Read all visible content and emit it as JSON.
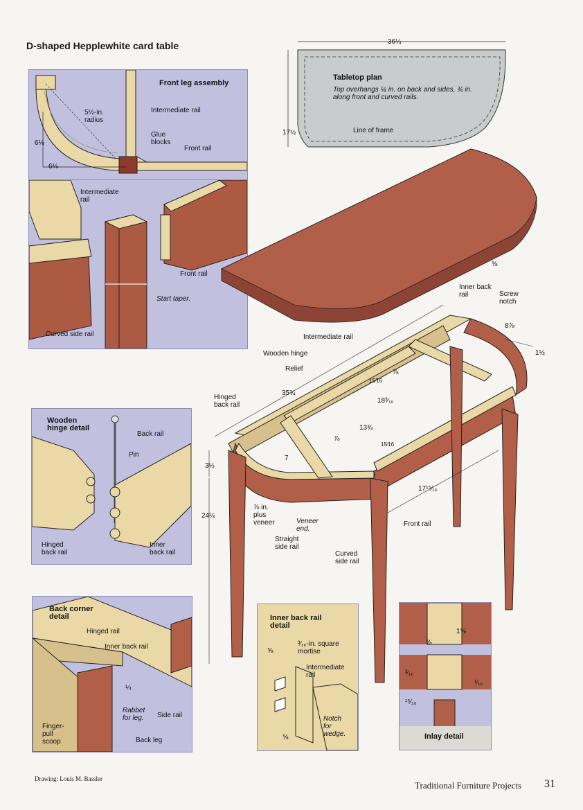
{
  "title": "D-shaped Hepplewhite card table",
  "credit": "Drawing: Louis M. Bassler",
  "footer": {
    "book": "Traditional Furniture Projects",
    "page": "31"
  },
  "colors": {
    "panel": "#c2c0df",
    "wood": "#ead9a6",
    "mahogany": "#b15f48",
    "tabletop_plan": "#c9cccc"
  },
  "front_leg": {
    "title": "Front leg assembly",
    "radius": "5½-in. radius",
    "intermediate_rail": "Intermediate rail",
    "glue_blocks": "Glue blocks",
    "front_rail": "Front rail",
    "dim_v": "6⅛",
    "dim_h": "6⅛",
    "intermediate_rail_2": "Intermediate rail",
    "front_rail_2": "Front rail",
    "start_taper": "Start taper.",
    "curved_side_rail": "Curved side rail"
  },
  "tabletop": {
    "title": "Tabletop plan",
    "note": "Top overhangs ¼ in. on back and sides, ¾ in. along front and curved rails.",
    "width": "36¼",
    "depth": "17½",
    "line_of_frame": "Line of frame",
    "thickness": "⅝"
  },
  "main": {
    "inner_back_rail": "Inner back rail",
    "screw_notch": "Screw notch",
    "d_8": "8⅞",
    "d_1": "1½",
    "intermediate_rail": "Intermediate rail",
    "wooden_hinge": "Wooden hinge",
    "relief": "Relief",
    "d_15a": "15⁄16",
    "d_78a": "⅞",
    "hinged_back_rail": "Hinged back rail",
    "d_35": "35¾",
    "d_18": "18³⁄₁₆",
    "d_13": "13¾",
    "d_78b": "⅞",
    "d_15b": "15⁄16",
    "d_7": "7",
    "d_3": "3½",
    "d_24": "24½",
    "d_17": "17¹⁵⁄₁₆",
    "veneer_note": "⅞ in. plus veneer",
    "veneer_end": "Veneer end.",
    "straight_side_rail": "Straight side rail",
    "curved_side_rail": "Curved side rail",
    "front_rail": "Front rail"
  },
  "hinge": {
    "title": "Wooden hinge detail",
    "back_rail": "Back rail",
    "pin": "Pin",
    "hinged_back_rail": "Hinged back rail",
    "inner_back_rail": "Inner back rail"
  },
  "back_corner": {
    "title": "Back corner detail",
    "hinged_rail": "Hinged rail",
    "inner_back_rail": "Inner back rail",
    "dim": "¼",
    "rabbet": "Rabbet for leg.",
    "side_rail": "Side rail",
    "finger_pull": "Finger-pull scoop",
    "back_leg": "Back leg"
  },
  "inner_back": {
    "title": "Inner back rail detail",
    "d1": "⅝",
    "mortise": "³⁄₁₆-in. square mortise",
    "intermediate_rail": "Intermediate rail",
    "notch": "Notch for wedge.",
    "d2": "⅝"
  },
  "inlay": {
    "title": "Inlay detail",
    "d1": "1⅝",
    "d2": "⅝",
    "d3": "³⁄₁₆",
    "d4": "¹⁄₁₆",
    "d5": "¹⁵⁄₁₆"
  }
}
